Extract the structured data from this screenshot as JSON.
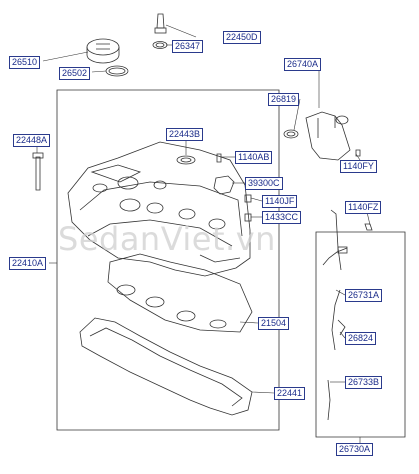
{
  "watermark": "SedanViet.vn",
  "callouts": [
    {
      "id": "c1",
      "text": "22450D"
    },
    {
      "id": "c2",
      "text": "26347"
    },
    {
      "id": "c3",
      "text": "26510"
    },
    {
      "id": "c4",
      "text": "26502"
    },
    {
      "id": "c5",
      "text": "26740A"
    },
    {
      "id": "c6",
      "text": "26819"
    },
    {
      "id": "c7",
      "text": "22448A"
    },
    {
      "id": "c8",
      "text": "22443B"
    },
    {
      "id": "c9",
      "text": "1140AB"
    },
    {
      "id": "c10",
      "text": "1140FY"
    },
    {
      "id": "c11",
      "text": "39300C"
    },
    {
      "id": "c12",
      "text": "1140JF"
    },
    {
      "id": "c13",
      "text": "1433CC"
    },
    {
      "id": "c14",
      "text": "1140FZ"
    },
    {
      "id": "c15",
      "text": "22410A"
    },
    {
      "id": "c16",
      "text": "26731A"
    },
    {
      "id": "c17",
      "text": "26824"
    },
    {
      "id": "c18",
      "text": "21504"
    },
    {
      "id": "c19",
      "text": "26733B"
    },
    {
      "id": "c20",
      "text": "22441"
    },
    {
      "id": "c21",
      "text": "26730A"
    }
  ],
  "colors": {
    "label_border": "#2a3a8c",
    "label_text": "#1b2c8a",
    "line": "#333333",
    "watermark": "#cfcfcf"
  }
}
